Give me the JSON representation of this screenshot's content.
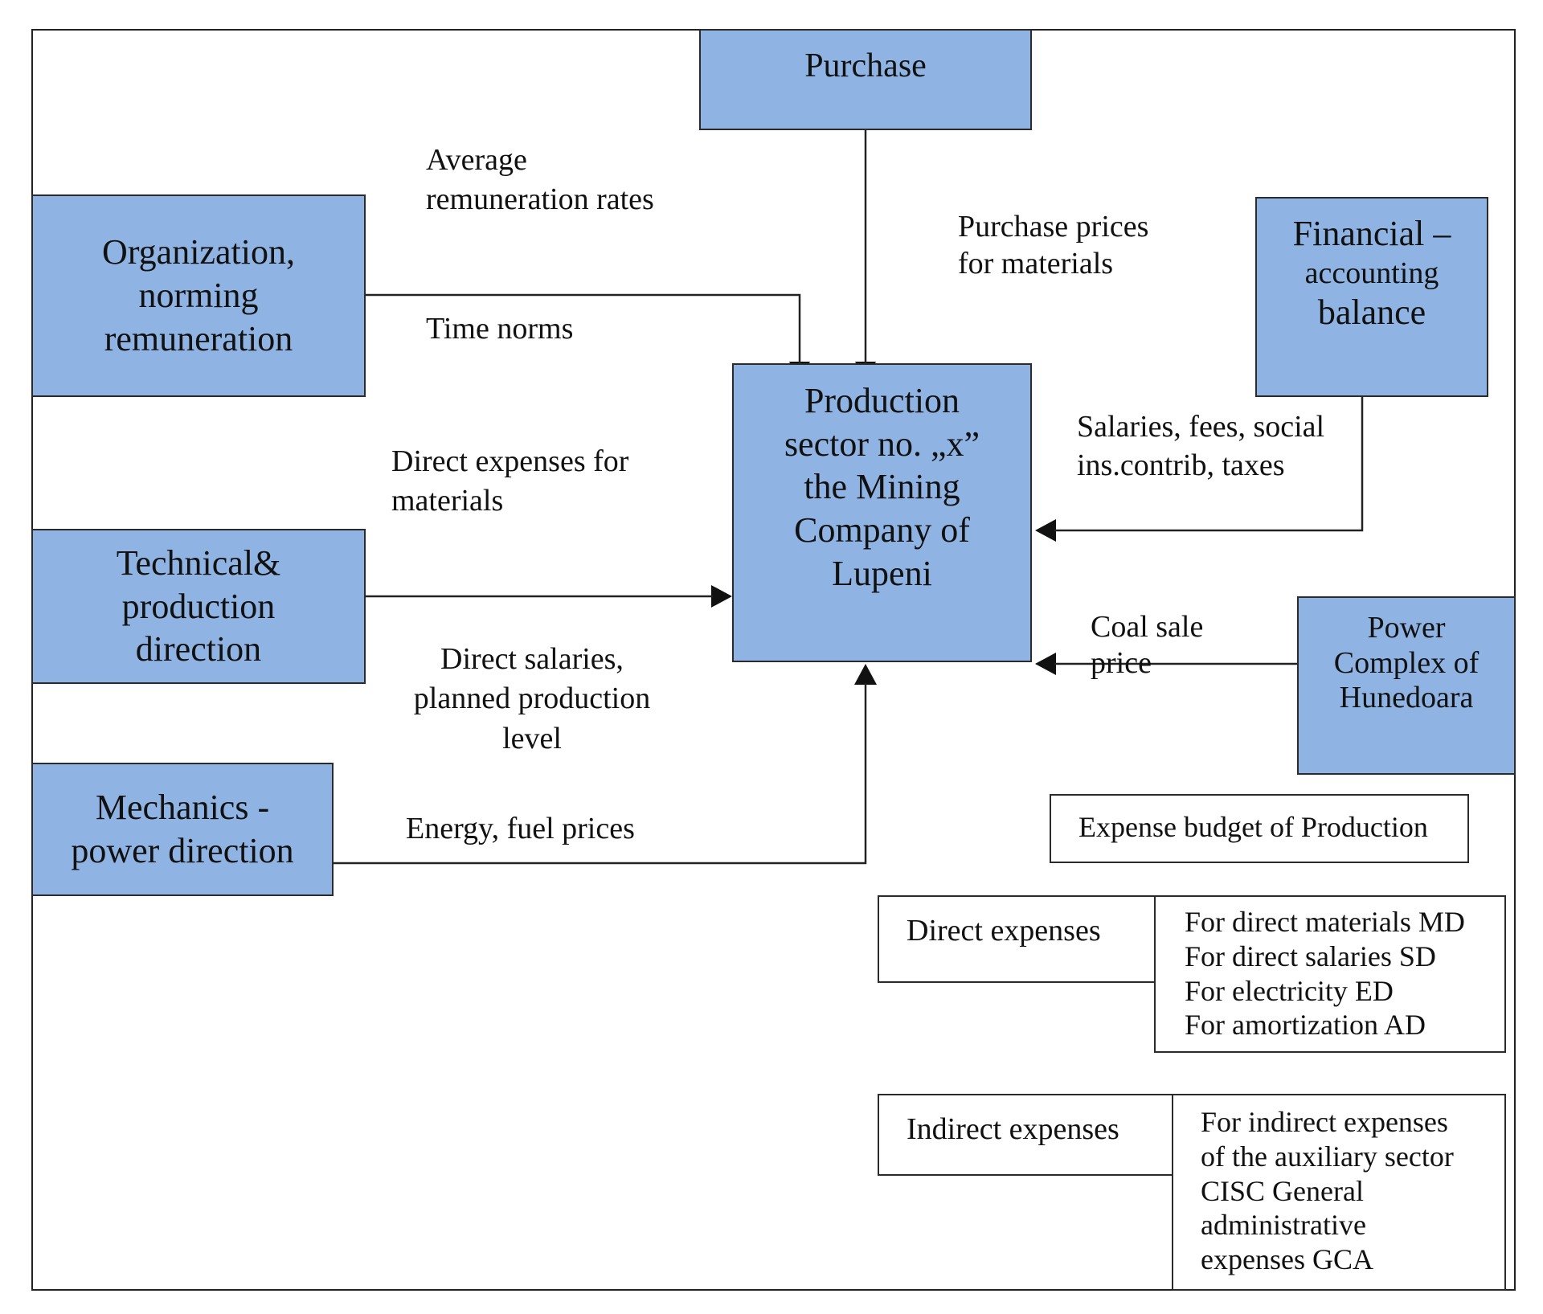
{
  "boxes": {
    "purchase": "Purchase",
    "organization": "Organization,\nnorming\nremuneration",
    "financial_1": "Financial –",
    "financial_2": "accounting",
    "financial_3": "balance",
    "production": "Production\nsector no. „x”\nthe Mining\nCompany of\nLupeni",
    "technical": "Technical&\nproduction\ndirection",
    "power_complex": "Power\nComplex of\nHunedoara",
    "mechanics": "Mechanics -\npower direction"
  },
  "flows": {
    "average_remuneration": "Average\nremuneration rates",
    "time_norms": "Time norms",
    "purchase_prices": "Purchase prices\nfor materials",
    "salaries_fees": "Salaries, fees, social\nins.contrib, taxes",
    "direct_expenses_materials": "Direct expenses for\nmaterials",
    "direct_salaries": "Direct salaries,\nplanned production\nlevel",
    "coal_sale_price": "Coal sale\nprice",
    "energy_fuel": "Energy, fuel prices"
  },
  "budget": {
    "title": "Expense budget of Production",
    "direct_label": "Direct expenses",
    "direct_items": "For direct materials MD\nFor direct salaries SD\nFor electricity ED\nFor amortization AD",
    "indirect_label": "Indirect expenses",
    "indirect_items": "For indirect expenses\nof the auxiliary sector\nCISC  General\nadministrative\nexpenses GCA"
  },
  "colors": {
    "box_fill": "#8fb4e3",
    "line": "#222222"
  }
}
